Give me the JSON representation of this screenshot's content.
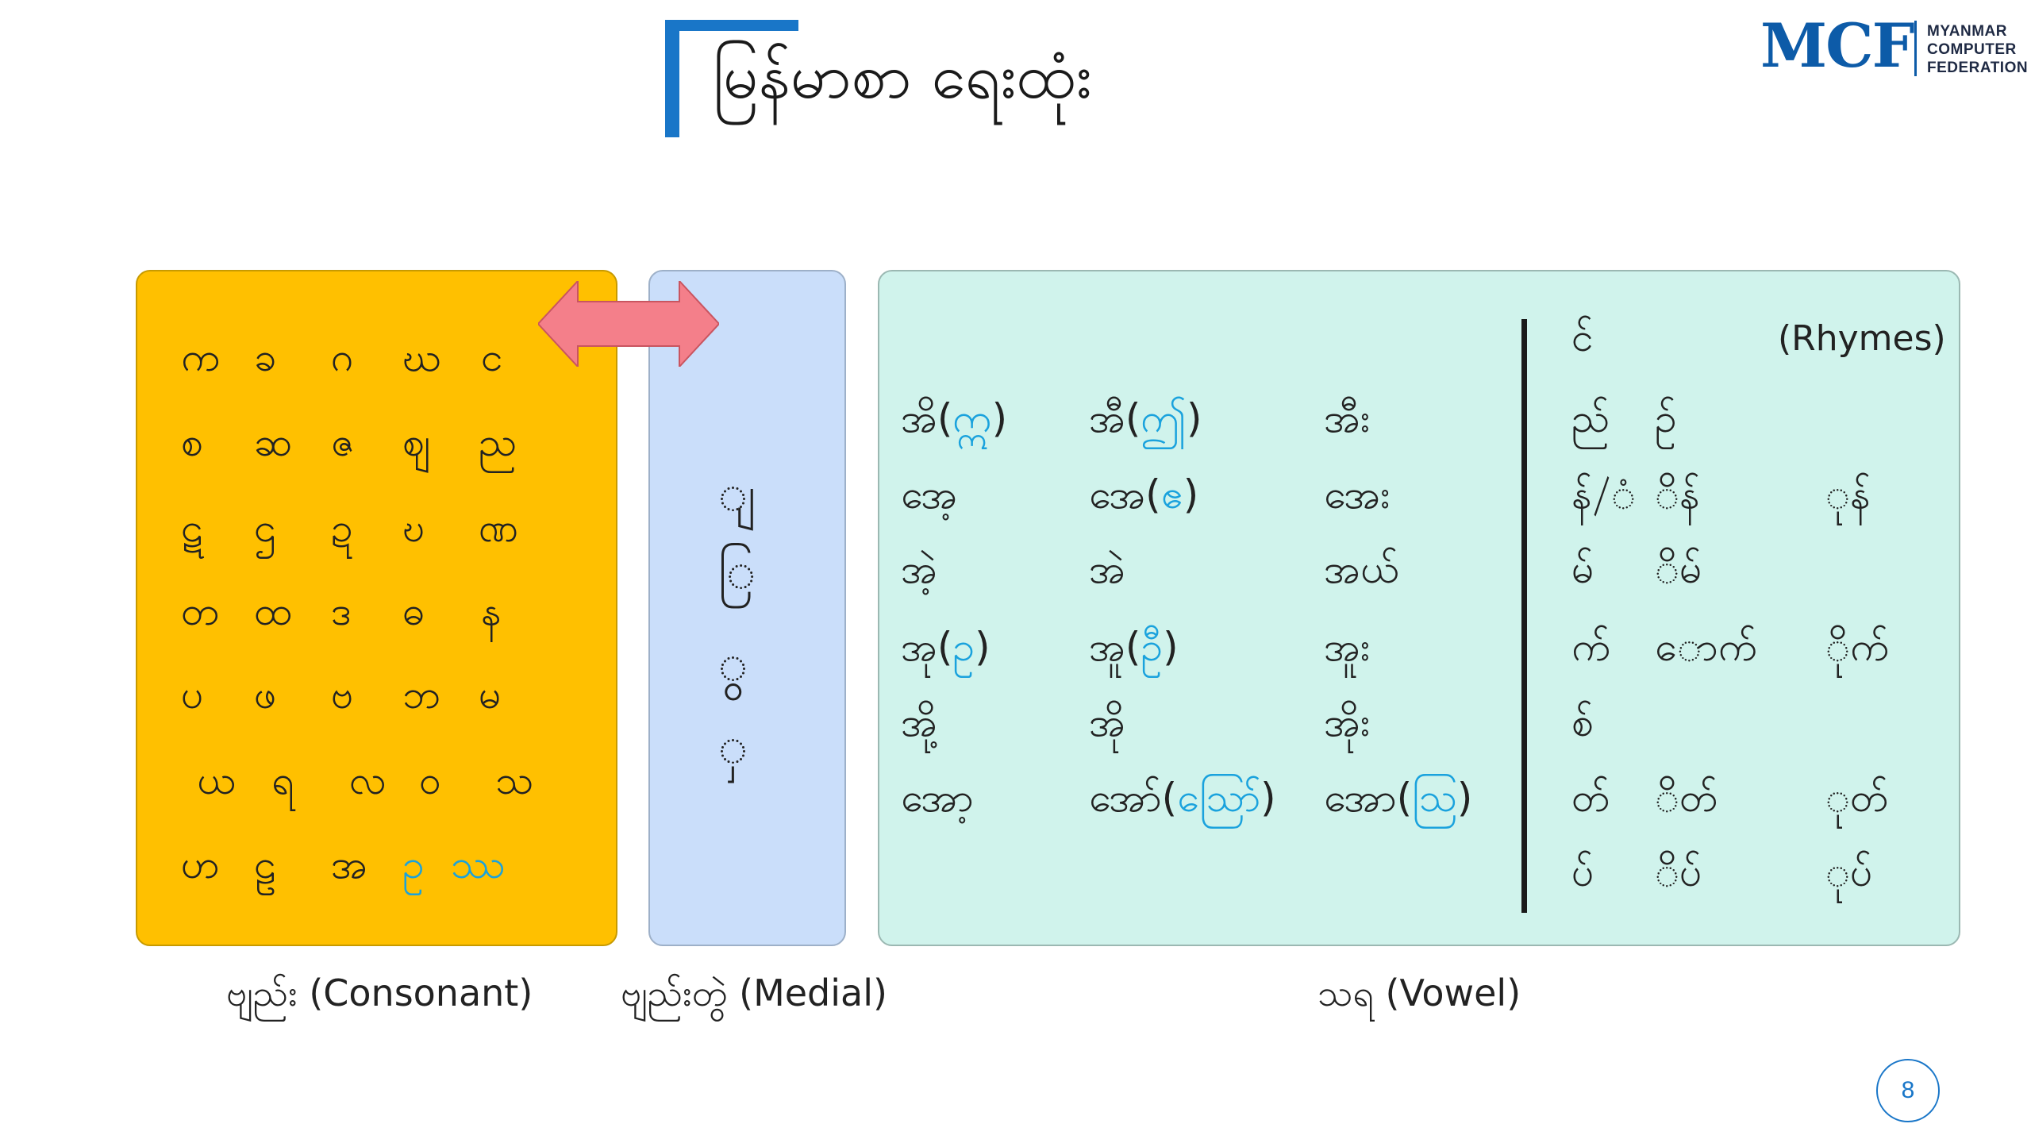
{
  "title": "မြန်မာစာ ရေးထုံး",
  "logo": {
    "mark": "MCF",
    "line1": "MYANMAR",
    "line2": "COMPUTER",
    "line3": "FEDERATION"
  },
  "consonants": {
    "rows": [
      [
        "က",
        "ခ",
        "ဂ",
        "ဃ",
        "င"
      ],
      [
        "စ",
        "ဆ",
        "ဇ",
        "ဈ",
        "ည"
      ],
      [
        "ဋ",
        "ဌ",
        "ဍ",
        "ဎ",
        "ဏ"
      ],
      [
        "တ",
        "ထ",
        "ဒ",
        "ဓ",
        "န"
      ],
      [
        "ပ",
        "ဖ",
        "ဗ",
        "ဘ",
        "မ"
      ],
      [
        "ယ",
        "ရ",
        "လ",
        "ဝ",
        "သ"
      ],
      [
        "ဟ",
        "ဠ",
        "အ",
        "ဥ",
        "ဿ"
      ]
    ],
    "highlighted": [
      "ဥ",
      "ဿ"
    ],
    "caption": "ဗျည်း (Consonant)"
  },
  "medials": {
    "items": [
      "ျ",
      "ြ",
      "ွ",
      "ှ"
    ],
    "caption": "ဗျည်းတွဲ (Medial)"
  },
  "vowels": {
    "rows": [
      [
        {
          "base": "အိ(",
          "hl": "ဣ",
          "end": ")"
        },
        {
          "base": "အီ(",
          "hl": "ဤ",
          "end": ")"
        },
        {
          "base": "အီး",
          "hl": "",
          "end": ""
        }
      ],
      [
        {
          "base": "အေ့",
          "hl": "",
          "end": ""
        },
        {
          "base": "အေ(",
          "hl": "ဧ",
          "end": ")"
        },
        {
          "base": "အေး",
          "hl": "",
          "end": ""
        }
      ],
      [
        {
          "base": "အဲ့",
          "hl": "",
          "end": ""
        },
        {
          "base": "အဲ",
          "hl": "",
          "end": ""
        },
        {
          "base": "အယ်",
          "hl": "",
          "end": ""
        }
      ],
      [
        {
          "base": "အု(",
          "hl": "ဥ",
          "end": ")"
        },
        {
          "base": "အူ(",
          "hl": "ဦ",
          "end": ")"
        },
        {
          "base": "အူး",
          "hl": "",
          "end": ""
        }
      ],
      [
        {
          "base": "အို့",
          "hl": "",
          "end": ""
        },
        {
          "base": "အို",
          "hl": "",
          "end": ""
        },
        {
          "base": "အိုး",
          "hl": "",
          "end": ""
        }
      ],
      [
        {
          "base": "အော့",
          "hl": "",
          "end": ""
        },
        {
          "base": "အော်(",
          "hl": "ဪ",
          "end": ")"
        },
        {
          "base": "အော(",
          "hl": "ဩ",
          "end": ")"
        }
      ]
    ],
    "caption": "သရ (Vowel)"
  },
  "rhymes": {
    "label": "(Rhymes)",
    "rows": [
      [
        "င်",
        "",
        ""
      ],
      [
        "ည်",
        "ဉ်",
        ""
      ],
      [
        "န်/ံ",
        "ိန်",
        "ုန်"
      ],
      [
        "မ်",
        "ိမ်",
        ""
      ],
      [
        "က်",
        "ောက်",
        "ိုက်"
      ],
      [
        "စ်",
        "",
        ""
      ],
      [
        "တ်",
        "ိတ်",
        "ုတ်"
      ],
      [
        "ပ်",
        "ိပ်",
        "ုပ်"
      ]
    ]
  },
  "page_number": "8",
  "colors": {
    "consonant_panel": "#ffc000",
    "medial_panel": "#cadefa",
    "vowel_panel": "#d0f3ec",
    "highlight": "#1aa2dd",
    "arrow_fill": "#f47f8a",
    "brand": "#1976c8"
  }
}
